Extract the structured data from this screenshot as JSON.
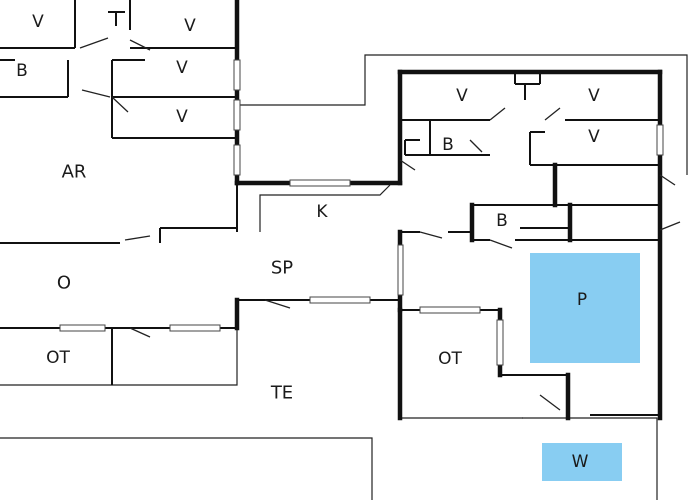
{
  "floor_plan": {
    "rooms": {
      "v1": "V",
      "v2": "V",
      "v3": "V",
      "v4": "V",
      "v5": "V",
      "v6": "V",
      "v7": "V",
      "b1": "B",
      "b2": "B",
      "b3": "B",
      "ar": "AR",
      "k": "K",
      "sp": "SP",
      "o": "O",
      "ot1": "OT",
      "ot2": "OT",
      "te": "TE",
      "p": "P",
      "w": "W"
    },
    "colors": {
      "pool": "#88cdf2",
      "walls": "#111111",
      "background": "#ffffff"
    }
  }
}
